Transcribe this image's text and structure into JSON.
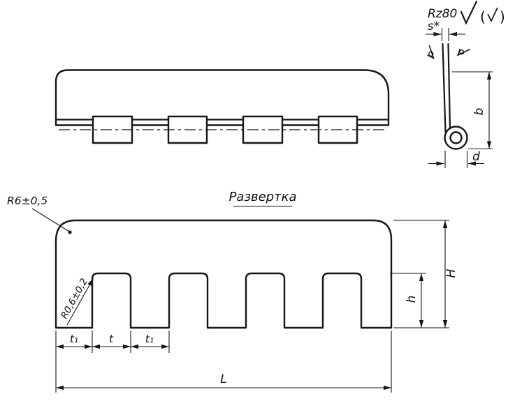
{
  "section_view": {
    "roughness": "Rz80",
    "paren_open": "(",
    "paren_close": ")",
    "dim_s": "s*",
    "dim_b": "b",
    "dim_d": "d"
  },
  "development": {
    "title": "Развертка",
    "corner_radius": "R6±0,5",
    "notch_radius": "R0,6±0,2",
    "dim_t1_left": "t₁",
    "dim_t": "t",
    "dim_t1_right": "t₁",
    "dim_h": "h",
    "dim_height": "H",
    "dim_length": "L"
  }
}
